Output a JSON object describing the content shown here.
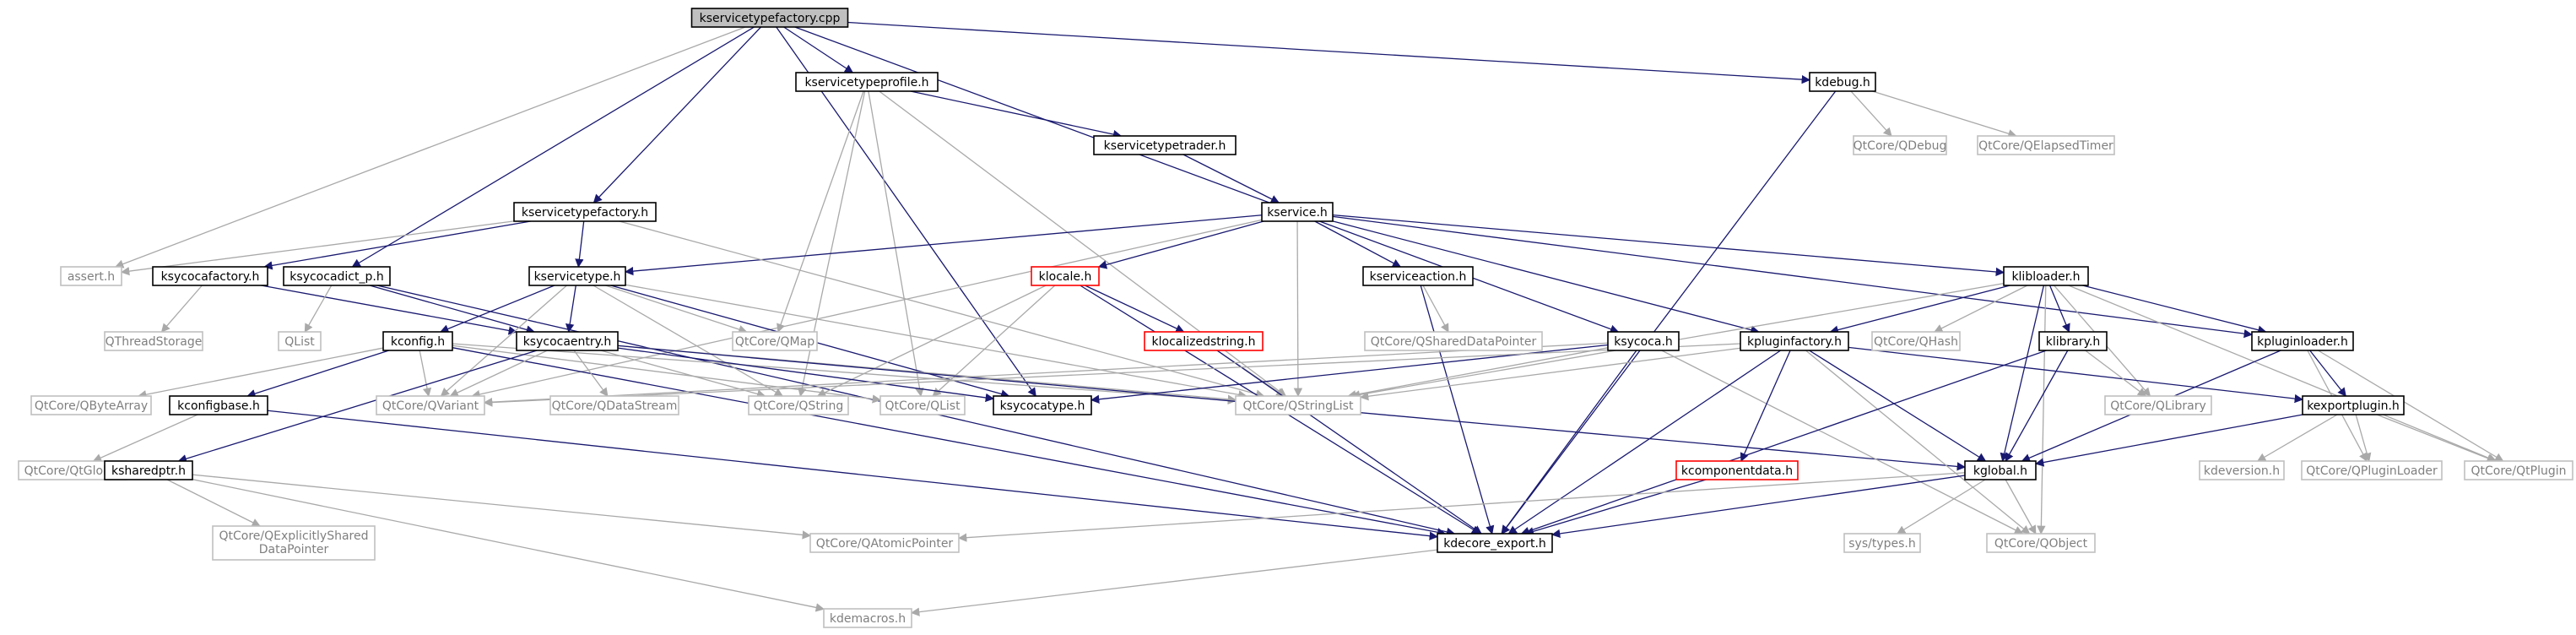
{
  "colors": {
    "root_fill": "#bfbfbf",
    "normal_border": "#000000",
    "ext_border": "#bfbfbf",
    "ext_text": "#7f7f7f",
    "missing_border": "#ff0000",
    "edge_main": "#191970",
    "edge_ext": "#a9a9a9"
  },
  "nodes": [
    {
      "id": "kservicetypefactory_cpp",
      "label": "kservicetypefactory.cpp",
      "kind": "root"
    },
    {
      "id": "kservicetypeprofile_h",
      "label": "kservicetypeprofile.h",
      "kind": "normal"
    },
    {
      "id": "kdebug_h",
      "label": "kdebug.h",
      "kind": "normal"
    },
    {
      "id": "qdebug",
      "label": "QtCore/QDebug",
      "kind": "ext"
    },
    {
      "id": "qelapsedtimer",
      "label": "QtCore/QElapsedTimer",
      "kind": "ext"
    },
    {
      "id": "kservicetypetrader_h",
      "label": "kservicetypetrader.h",
      "kind": "normal"
    },
    {
      "id": "kservice_h",
      "label": "kservice.h",
      "kind": "normal"
    },
    {
      "id": "kservicetypefactory_h",
      "label": "kservicetypefactory.h",
      "kind": "normal"
    },
    {
      "id": "assert_h",
      "label": "assert.h",
      "kind": "ext"
    },
    {
      "id": "ksycocafactory_h",
      "label": "ksycocafactory.h",
      "kind": "normal"
    },
    {
      "id": "ksycocadict_p_h",
      "label": "ksycocadict_p.h",
      "kind": "normal"
    },
    {
      "id": "kservicetype_h",
      "label": "kservicetype.h",
      "kind": "normal"
    },
    {
      "id": "klocale_h",
      "label": "klocale.h",
      "kind": "missing"
    },
    {
      "id": "kserviceaction_h",
      "label": "kserviceaction.h",
      "kind": "normal"
    },
    {
      "id": "klibloader_h",
      "label": "klibloader.h",
      "kind": "normal"
    },
    {
      "id": "qthreadstorage",
      "label": "QThreadStorage",
      "kind": "ext"
    },
    {
      "id": "qlist",
      "label": "QList",
      "kind": "ext"
    },
    {
      "id": "kconfig_h",
      "label": "kconfig.h",
      "kind": "normal"
    },
    {
      "id": "ksycocaentry_h",
      "label": "ksycocaentry.h",
      "kind": "normal"
    },
    {
      "id": "qmap",
      "label": "QtCore/QMap",
      "kind": "ext"
    },
    {
      "id": "klocalizedstring_h",
      "label": "klocalizedstring.h",
      "kind": "missing"
    },
    {
      "id": "qshareddatapointer",
      "label": "QtCore/QSharedDataPointer",
      "kind": "ext"
    },
    {
      "id": "ksycoca_h",
      "label": "ksycoca.h",
      "kind": "normal"
    },
    {
      "id": "kpluginfactory_h",
      "label": "kpluginfactory.h",
      "kind": "normal"
    },
    {
      "id": "qhash",
      "label": "QtCore/QHash",
      "kind": "ext"
    },
    {
      "id": "klibrary_h",
      "label": "klibrary.h",
      "kind": "normal"
    },
    {
      "id": "kpluginloader_h",
      "label": "kpluginloader.h",
      "kind": "normal"
    },
    {
      "id": "qbytearray",
      "label": "QtCore/QByteArray",
      "kind": "ext"
    },
    {
      "id": "kconfigbase_h",
      "label": "kconfigbase.h",
      "kind": "normal"
    },
    {
      "id": "qvariant",
      "label": "QtCore/QVariant",
      "kind": "ext"
    },
    {
      "id": "qdatastream",
      "label": "QtCore/QDataStream",
      "kind": "ext"
    },
    {
      "id": "qstring",
      "label": "QtCore/QString",
      "kind": "ext"
    },
    {
      "id": "qtcore_qlist",
      "label": "QtCore/QList",
      "kind": "ext"
    },
    {
      "id": "ksycocatype_h",
      "label": "ksycocatype.h",
      "kind": "normal"
    },
    {
      "id": "qstringlist",
      "label": "QtCore/QStringList",
      "kind": "ext"
    },
    {
      "id": "qlibrary",
      "label": "QtCore/QLibrary",
      "kind": "ext"
    },
    {
      "id": "kexportplugin_h",
      "label": "kexportplugin.h",
      "kind": "normal"
    },
    {
      "id": "qtglobal",
      "label": "QtCore/QtGlobal",
      "kind": "ext"
    },
    {
      "id": "ksharedptr_h",
      "label": "ksharedptr.h",
      "kind": "normal"
    },
    {
      "id": "kcomponentdata_h",
      "label": "kcomponentdata.h",
      "kind": "missing"
    },
    {
      "id": "kglobal_h",
      "label": "kglobal.h",
      "kind": "normal"
    },
    {
      "id": "kdeversion_h",
      "label": "kdeversion.h",
      "kind": "ext"
    },
    {
      "id": "qpluginloader",
      "label": "QtCore/QPluginLoader",
      "kind": "ext"
    },
    {
      "id": "qtplugin",
      "label": "QtCore/QtPlugin",
      "kind": "ext"
    },
    {
      "id": "qexplicitlyshareddatapointer",
      "label": "QtCore/QExplicitlyShared",
      "label2": "DataPointer",
      "kind": "ext"
    },
    {
      "id": "qatomicpointer",
      "label": "QtCore/QAtomicPointer",
      "kind": "ext"
    },
    {
      "id": "kdecore_export_h",
      "label": "kdecore_export.h",
      "kind": "normal"
    },
    {
      "id": "sys_types_h",
      "label": "sys/types.h",
      "kind": "ext"
    },
    {
      "id": "qobject",
      "label": "QtCore/QObject",
      "kind": "ext"
    },
    {
      "id": "kdemacros_h",
      "label": "kdemacros.h",
      "kind": "ext"
    }
  ],
  "edges": [
    [
      "kservicetypefactory_cpp",
      "kservicetypeprofile_h"
    ],
    [
      "kservicetypefactory_cpp",
      "kdebug_h"
    ],
    [
      "kservicetypefactory_cpp",
      "kservicetypefactory_h"
    ],
    [
      "kservicetypefactory_cpp",
      "assert_h"
    ],
    [
      "kservicetypefactory_cpp",
      "ksycocadict_p_h"
    ],
    [
      "kservicetypefactory_cpp",
      "ksycocatype_h"
    ],
    [
      "kservicetypefactory_cpp",
      "ksycoca_h"
    ],
    [
      "kservicetypeprofile_h",
      "kservicetypetrader_h"
    ],
    [
      "kservicetypeprofile_h",
      "qmap"
    ],
    [
      "kservicetypeprofile_h",
      "qstring"
    ],
    [
      "kservicetypeprofile_h",
      "qtcore_qlist"
    ],
    [
      "kservicetypeprofile_h",
      "qstringlist"
    ],
    [
      "kdebug_h",
      "qdebug"
    ],
    [
      "kdebug_h",
      "qelapsedtimer"
    ],
    [
      "kdebug_h",
      "kdecore_export_h"
    ],
    [
      "kservicetypetrader_h",
      "kservice_h"
    ],
    [
      "kservice_h",
      "kservicetype_h"
    ],
    [
      "kservice_h",
      "klocale_h"
    ],
    [
      "kservice_h",
      "kserviceaction_h"
    ],
    [
      "kservice_h",
      "klibloader_h"
    ],
    [
      "kservice_h",
      "kpluginfactory_h"
    ],
    [
      "kservice_h",
      "kpluginloader_h"
    ],
    [
      "kservice_h",
      "qvariant"
    ],
    [
      "kservice_h",
      "qstringlist"
    ],
    [
      "kservicetypefactory_h",
      "assert_h"
    ],
    [
      "kservicetypefactory_h",
      "ksycocafactory_h"
    ],
    [
      "kservicetypefactory_h",
      "kservicetype_h"
    ],
    [
      "kservicetypefactory_h",
      "qstringlist"
    ],
    [
      "ksycocafactory_h",
      "qthreadstorage"
    ],
    [
      "ksycocafactory_h",
      "ksycocaentry_h"
    ],
    [
      "ksycocadict_p_h",
      "qlist"
    ],
    [
      "ksycocadict_p_h",
      "ksycocaentry_h"
    ],
    [
      "ksycocadict_p_h",
      "kdecore_export_h"
    ],
    [
      "kservicetype_h",
      "kconfig_h"
    ],
    [
      "kservicetype_h",
      "ksycocaentry_h"
    ],
    [
      "kservicetype_h",
      "qmap"
    ],
    [
      "kservicetype_h",
      "qvariant"
    ],
    [
      "kservicetype_h",
      "qstring"
    ],
    [
      "kservicetype_h",
      "qstringlist"
    ],
    [
      "kservicetype_h",
      "ksycocatype_h"
    ],
    [
      "klocale_h",
      "klocalizedstring_h"
    ],
    [
      "klocale_h",
      "qstring"
    ],
    [
      "klocale_h",
      "qtcore_qlist"
    ],
    [
      "klocale_h",
      "kdecore_export_h"
    ],
    [
      "klocalizedstring_h",
      "qstringlist"
    ],
    [
      "klocalizedstring_h",
      "kdecore_export_h"
    ],
    [
      "kserviceaction_h",
      "qshareddatapointer"
    ],
    [
      "kserviceaction_h",
      "kdecore_export_h"
    ],
    [
      "klibloader_h",
      "qhash"
    ],
    [
      "klibloader_h",
      "klibrary_h"
    ],
    [
      "klibloader_h",
      "kpluginloader_h"
    ],
    [
      "klibloader_h",
      "kpluginfactory_h"
    ],
    [
      "klibloader_h",
      "qlibrary"
    ],
    [
      "klibloader_h",
      "qtplugin"
    ],
    [
      "klibloader_h",
      "qobject"
    ],
    [
      "klibloader_h",
      "kglobal_h"
    ],
    [
      "klibloader_h",
      "qstringlist"
    ],
    [
      "kconfig_h",
      "qbytearray"
    ],
    [
      "kconfig_h",
      "kconfigbase_h"
    ],
    [
      "kconfig_h",
      "qvariant"
    ],
    [
      "kconfig_h",
      "qtcore_qlist"
    ],
    [
      "kconfig_h",
      "qstringlist"
    ],
    [
      "kconfig_h",
      "kdecore_export_h"
    ],
    [
      "kconfigbase_h",
      "qtglobal"
    ],
    [
      "kconfigbase_h",
      "kdecore_export_h"
    ],
    [
      "ksycocaentry_h",
      "qvariant"
    ],
    [
      "ksycocaentry_h",
      "qdatastream"
    ],
    [
      "ksycocaentry_h",
      "qstring"
    ],
    [
      "ksycocaentry_h",
      "ksycocatype_h"
    ],
    [
      "ksycocaentry_h",
      "qstringlist"
    ],
    [
      "ksycocaentry_h",
      "ksharedptr_h"
    ],
    [
      "ksycocaentry_h",
      "kglobal_h"
    ],
    [
      "ksycoca_h",
      "ksycocatype_h"
    ],
    [
      "ksycoca_h",
      "qstringlist"
    ],
    [
      "ksycoca_h",
      "qobject"
    ],
    [
      "ksycoca_h",
      "kdecore_export_h"
    ],
    [
      "ksycoca_h",
      "qvariant"
    ],
    [
      "kpluginfactory_h",
      "qvariant"
    ],
    [
      "kpluginfactory_h",
      "qstringlist"
    ],
    [
      "kpluginfactory_h",
      "kcomponentdata_h"
    ],
    [
      "kpluginfactory_h",
      "kexportplugin_h"
    ],
    [
      "kpluginfactory_h",
      "kglobal_h"
    ],
    [
      "kpluginfactory_h",
      "qobject"
    ],
    [
      "kpluginfactory_h",
      "kdecore_export_h"
    ],
    [
      "klibrary_h",
      "qlibrary"
    ],
    [
      "klibrary_h",
      "kglobal_h"
    ],
    [
      "klibrary_h",
      "kdecore_export_h"
    ],
    [
      "kpluginloader_h",
      "kexportplugin_h"
    ],
    [
      "kpluginloader_h",
      "qpluginloader"
    ],
    [
      "kpluginloader_h",
      "qtplugin"
    ],
    [
      "kpluginloader_h",
      "kglobal_h"
    ],
    [
      "kexportplugin_h",
      "kdeversion_h"
    ],
    [
      "kexportplugin_h",
      "qpluginloader"
    ],
    [
      "kexportplugin_h",
      "qtplugin"
    ],
    [
      "kexportplugin_h",
      "kglobal_h"
    ],
    [
      "ksharedptr_h",
      "qexplicitlyshareddatapointer"
    ],
    [
      "ksharedptr_h",
      "qatomicpointer"
    ],
    [
      "ksharedptr_h",
      "kdemacros_h"
    ],
    [
      "kcomponentdata_h",
      "kdecore_export_h"
    ],
    [
      "kglobal_h",
      "kdecore_export_h"
    ],
    [
      "kglobal_h",
      "qatomicpointer"
    ],
    [
      "kglobal_h",
      "sys_types_h"
    ],
    [
      "kglobal_h",
      "qobject"
    ],
    [
      "kdecore_export_h",
      "kdemacros_h"
    ]
  ]
}
